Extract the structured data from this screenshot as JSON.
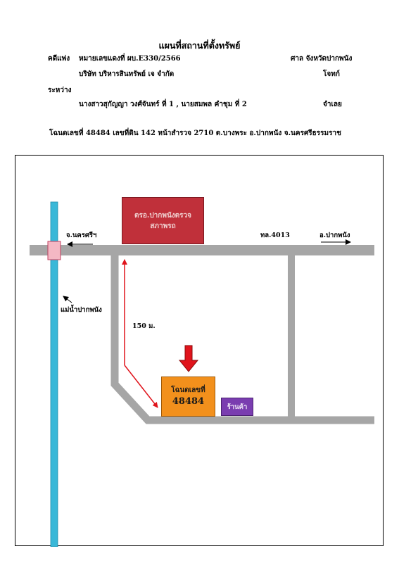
{
  "header": {
    "title": "แผนที่สถานที่ตั้งทรัพย์",
    "case_label": "คดีแพ่ง",
    "case_number": "หมายเลขแดงที่  ผบ.E330/2566",
    "court": "ศาล จังหวัดปากพนัง",
    "plaintiff": "บริษัท บริหารสินทรัพย์ เจ จำกัด",
    "plaintiff_role": "โจทก์",
    "between": "ระหว่าง",
    "defendants": "นางสาวสุกัญญา  วงศ์จันทร์ ที่ 1 , นายสมพล  คำชุม ที่ 2",
    "defendant_role": "จำเลย",
    "deed_line": "โฉนดเลขที่  48484  เลขที่ดิน  142  หน้าสำรวจ  2710   ต.บางพระ   อ.ปากพนัง   จ.นครศรีธรรมราช"
  },
  "map": {
    "police_station": [
      "ตรอ.ปากพนังตรวจ",
      "สภาพรถ"
    ],
    "left_direction": "จ.นครศรีฯ",
    "highway": "ทล.4013",
    "right_direction": "อ.ปากพนัง",
    "river": "แม่น้ำปากพนัง",
    "distance": "150 ม.",
    "deed_box": [
      "โฉนดเลขที่",
      "48484"
    ],
    "shop": "ร้านค้า",
    "colors": {
      "road": "#a6a6a6",
      "river": "#39b8d8",
      "police_box": "#c0303a",
      "deed_box": "#f2901c",
      "shop_box": "#7a3db0",
      "arrow_red": "#e0141c"
    }
  }
}
